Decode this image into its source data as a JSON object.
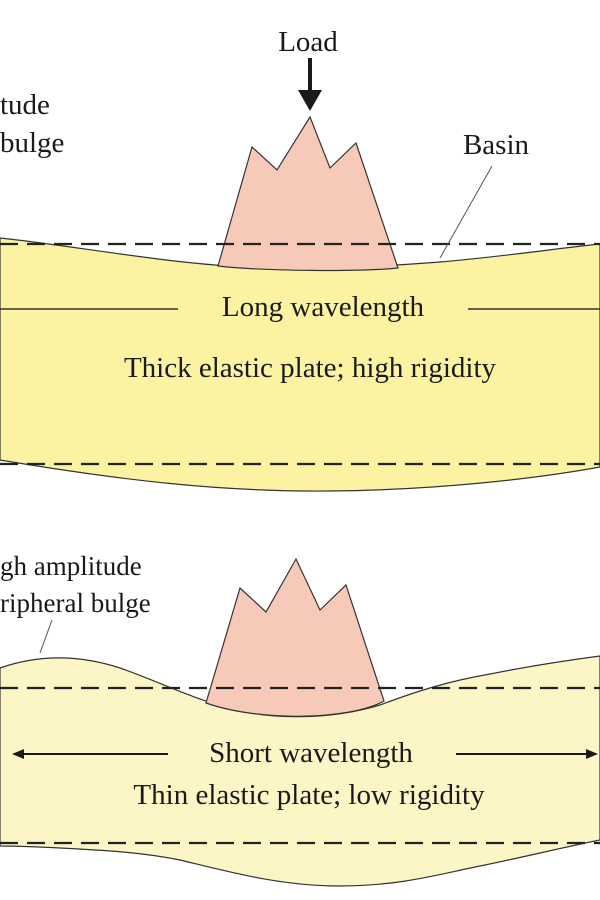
{
  "colors": {
    "thick_plate_fill": "#fbf3a1",
    "thin_plate_fill": "#fcf6c6",
    "load_fill": "#f7c9b9",
    "outline": "#333333",
    "text": "#1a1a1a"
  },
  "upper_panel": {
    "load_label": "Load",
    "bulge_label_line1": "tude",
    "bulge_label_line2": "bulge",
    "basin_label": "Basin",
    "wavelength_label": "Long wavelength",
    "plate_label": "Thick elastic plate; high rigidity"
  },
  "lower_panel": {
    "bulge_label_line1": "gh amplitude",
    "bulge_label_line2": "ripheral bulge",
    "wavelength_label": "Short wavelength",
    "plate_label": "Thin elastic plate; low rigidity"
  }
}
